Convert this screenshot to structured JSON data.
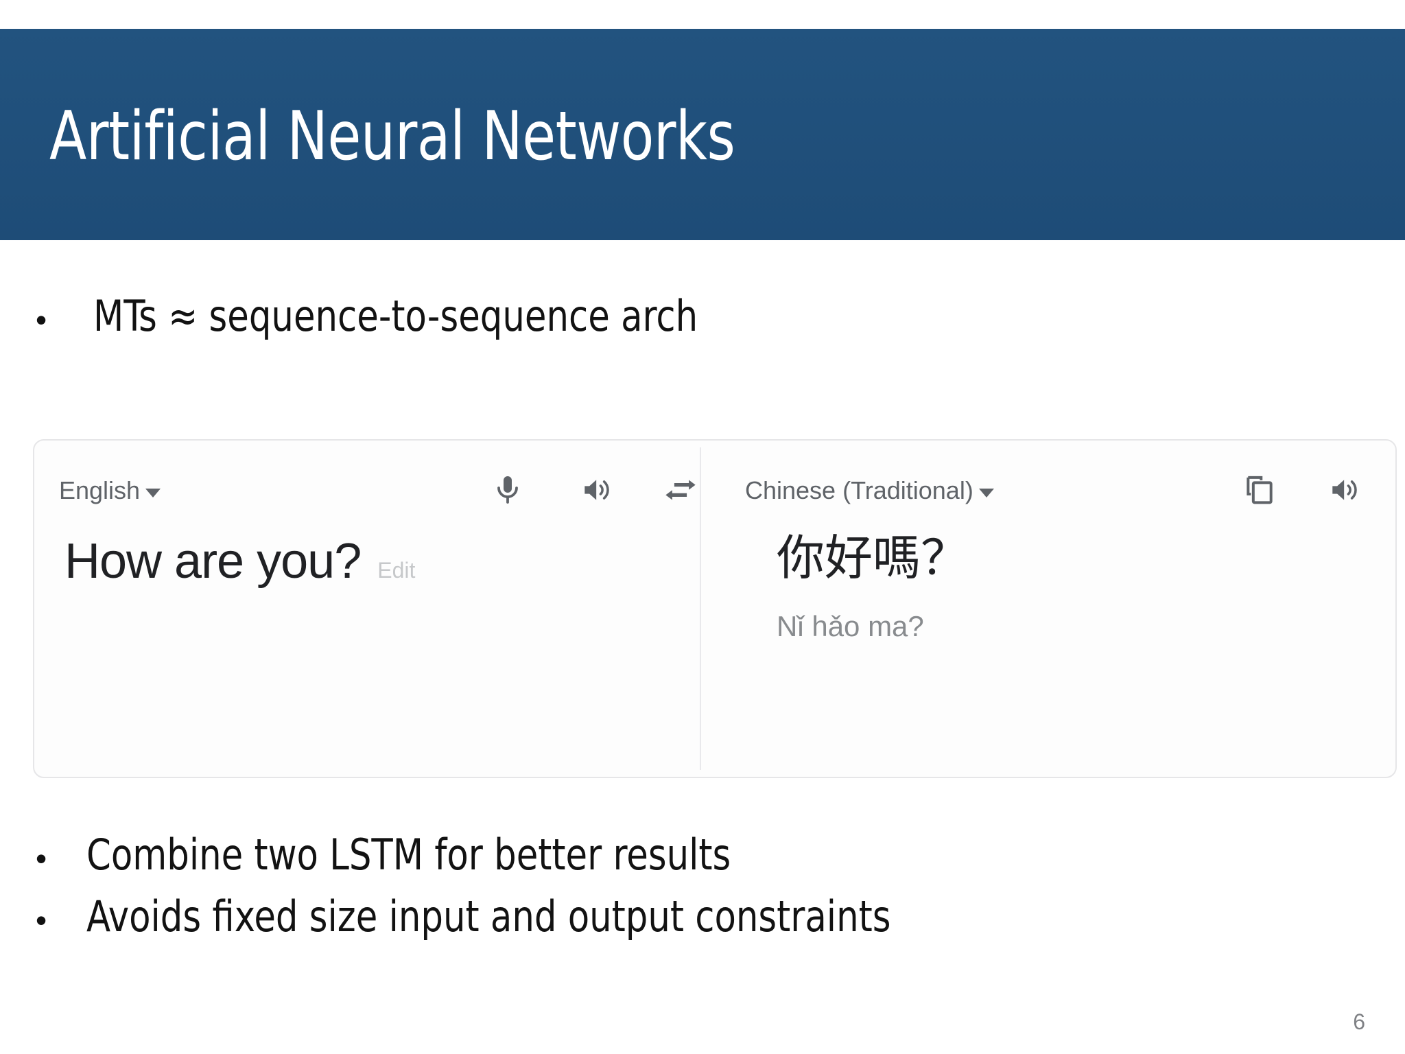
{
  "slide": {
    "title": "Artificial Neural Networks",
    "number": "6",
    "banner_color": "#1F4E79",
    "bullets_top": [
      {
        "text": "MTs ≈  sequence-to-sequence arch"
      }
    ],
    "bullets_bottom": [
      {
        "text": "Combine two LSTM for better results"
      },
      {
        "text": "Avoids fixed size input and output constraints"
      }
    ],
    "bullet_marker": "•"
  },
  "translate": {
    "source": {
      "language": "English",
      "caret": "▾",
      "text": "How are you?",
      "edit_label": "Edit",
      "icons": [
        {
          "name": "microphone-icon"
        },
        {
          "name": "speaker-icon"
        },
        {
          "name": "swap-languages-icon"
        }
      ]
    },
    "target": {
      "language": "Chinese (Traditional)",
      "caret": "▾",
      "text": "你好嗎？",
      "pronunciation": "Nǐ hǎo ma?",
      "icons": [
        {
          "name": "copy-icon"
        },
        {
          "name": "speaker-icon"
        }
      ]
    },
    "colors": {
      "label_gray": "#5F6368",
      "text_dark": "#202124",
      "muted_gray": "#888B8E",
      "edit_gray": "#C6C8CA",
      "border": "#E6E6E8"
    }
  }
}
